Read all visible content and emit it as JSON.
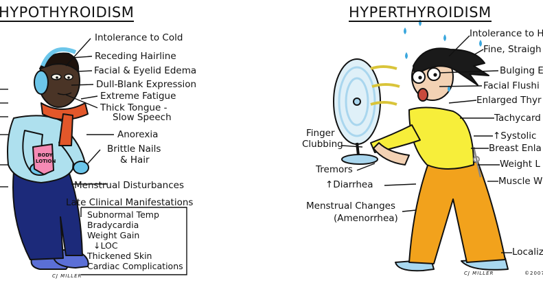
{
  "left": {
    "title": "HYPOTHYROIDISM",
    "labels": [
      "Intolerance to Cold",
      "Receding Hairline",
      "Facial & Eyelid Edema",
      "Dull-Blank Expression",
      "Extreme Fatigue",
      "Thick Tongue -",
      "Slow Speech",
      "Anorexia",
      "Brittle Nails",
      "& Hair",
      "Menstrual Disturbances"
    ],
    "late_title": "Late Clinical Manifestations",
    "late_items": [
      "Subnormal Temp",
      "Bradycardia",
      "Weight Gain",
      "↓LOC",
      "Thickened Skin",
      "Cardiac Complications"
    ],
    "lotion_label_1": "BODY",
    "lotion_label_2": "LOTION",
    "signature": "CJ MILLER"
  },
  "right": {
    "title": "HYPERTHYROIDISM",
    "labels_right": [
      "Intolerance to H",
      "Fine, Straigh",
      "Bulging E",
      "Facial Flushi",
      "Enlarged Thyr",
      "Tachycard",
      "↑Systolic",
      "Breast Enla",
      "Weight L",
      "Muscle W",
      "Localiz"
    ],
    "labels_left": [
      "Finger",
      "Clubbing",
      "Tremors",
      "↑Diarrhea",
      "Menstrual Changes",
      "(Amenorrhea)"
    ],
    "signature": "CJ MILLER",
    "copyright": "©2007"
  },
  "colors": {
    "ink": "#111111",
    "skin_dark": "#4a3426",
    "earmuff": "#6cc6ea",
    "scarf": "#e2572a",
    "sweater": "#aee0ee",
    "pants_left": "#1c2a7a",
    "shirt": "#f7ee3a",
    "pants_right": "#f2a21c",
    "fan_frame": "#a9d6ee",
    "sweat": "#3aa7dd",
    "ribbon": "#f0e25a"
  }
}
